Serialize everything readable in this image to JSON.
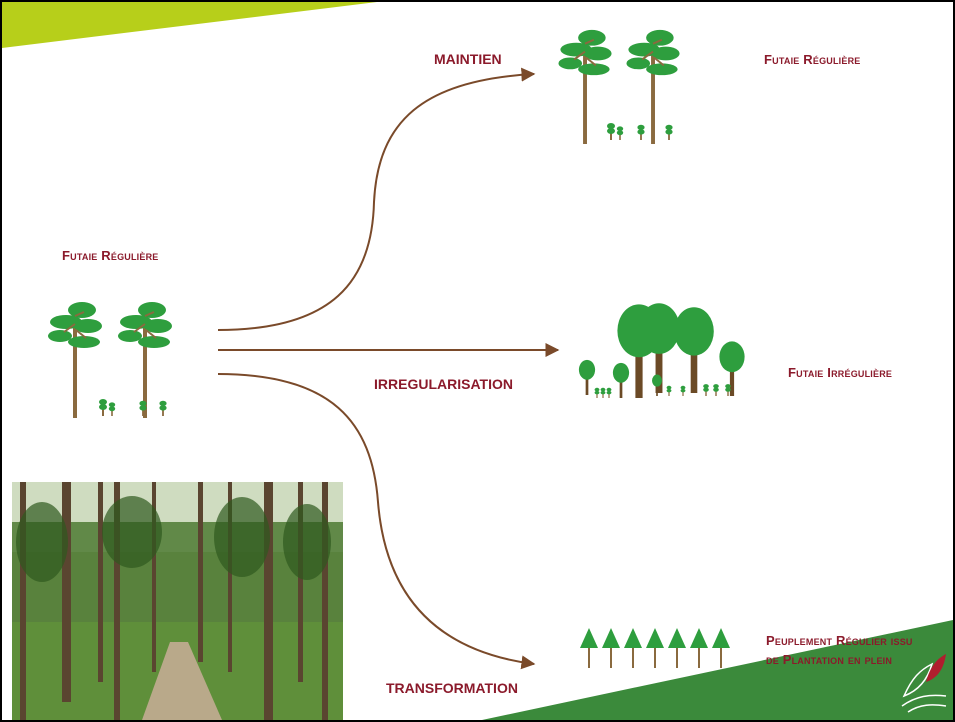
{
  "colors": {
    "label": "#8b1a2b",
    "arrow": "#7a4a2a",
    "foliage": "#2e9e3e",
    "foliage_dark": "#1f7a2c",
    "trunk": "#8a6a3f",
    "accent_top": "#b7cf1a",
    "accent_bottom": "#3b8a3b",
    "logo_leaf": "#b01e2e"
  },
  "source": {
    "label": "Futaie Régulière"
  },
  "branches": [
    {
      "arrow_label": "MAINTIEN",
      "result": "Futaie Régulière",
      "icon": "regular-forest-icon"
    },
    {
      "arrow_label": "IRREGULARISATION",
      "result": "Futaie Irrégulière",
      "icon": "irregular-forest-icon"
    },
    {
      "arrow_label": "TRANSFORMATION",
      "result_line1": "Peuplement Régulier issu",
      "result_line2": "de Plantation en plein",
      "icon": "plantation-row-icon"
    }
  ],
  "photo": {
    "icon": "larch-forest-photo"
  },
  "logo": {
    "icon": "leaf-logo-icon"
  }
}
